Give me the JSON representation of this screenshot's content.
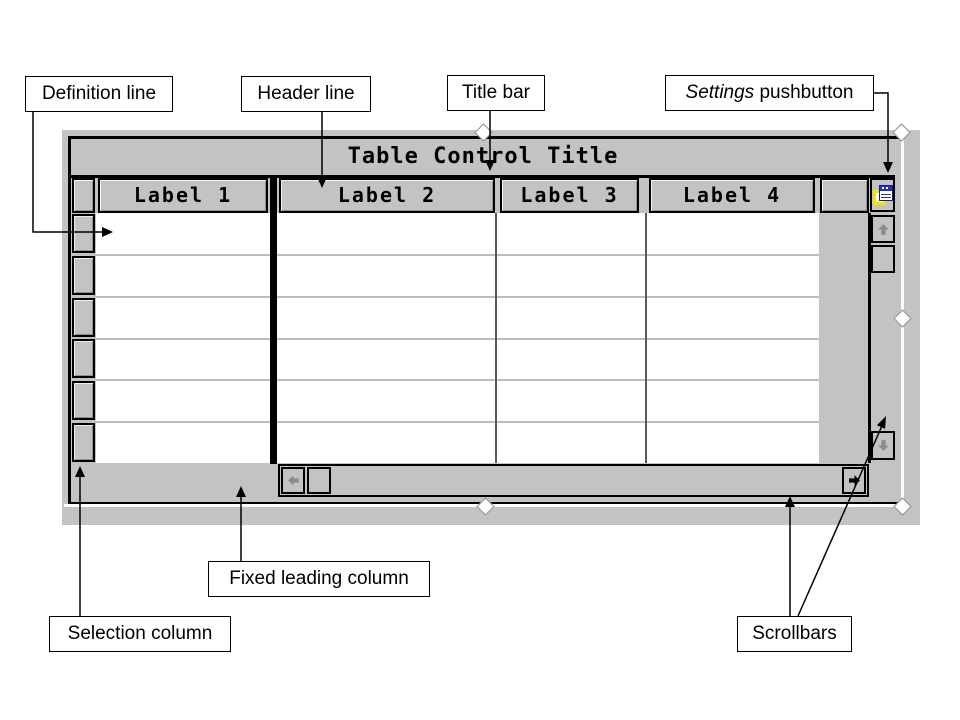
{
  "callouts": {
    "definition_line": "Definition line",
    "header_line": "Header line",
    "title_bar": "Title bar",
    "settings_italic": "Settings",
    "settings_rest": " pushbutton",
    "fixed_leading_column": "Fixed leading column",
    "selection_column": "Selection column",
    "scrollbars": "Scrollbars"
  },
  "table_control": {
    "title": "Table Control Title",
    "column_headers": [
      "Label 1",
      "Label 2",
      "Label 3",
      "Label 4"
    ],
    "row_count": 6,
    "visible_rows_empty": true
  },
  "colors": {
    "screenshot_background": "#c3c3c3",
    "row_background": "#ffffff",
    "border": "#000000",
    "disabled_arrow": "#8c8c8c",
    "active_arrow": "#000000",
    "settings_icon_yellow": "#f5e400",
    "settings_icon_blue": "#2233bb",
    "selection_handle_fill": "#ffffff"
  }
}
